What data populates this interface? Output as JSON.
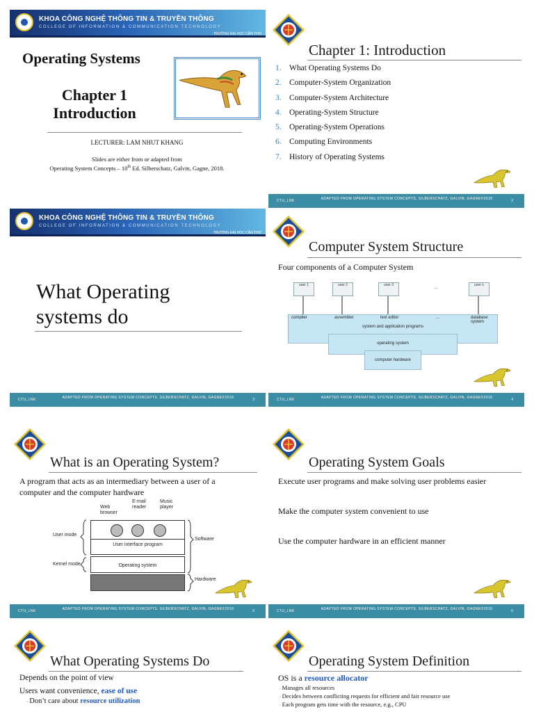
{
  "banner": {
    "line1": "KHOA CÔNG NGHỆ THÔNG TIN & TRUYỀN THÔNG",
    "line2": "COLLEGE OF INFORMATION & COMMUNICATION TECHNOLOGY",
    "line3": "TRƯỜNG ĐẠI HỌC CẦN THƠ"
  },
  "footer": {
    "left": "CTU_LNK",
    "center": "ADAPTED FROM OPERATING SYSTEM CONCEPTS. SILBERSCHATZ, GALVIN, GAGNE©2018"
  },
  "slide1": {
    "title": "Operating Systems",
    "chapter": "Chapter 1",
    "subtitle": "Introduction",
    "lecturer": "LECTURER: LAM NHUT KHANG",
    "note1": "Slides are either from or adapted from",
    "note2_a": "Operating System Concepts – 10",
    "note2_sup": "th",
    "note2_b": " Ed.  Silberschatz, Galvin, Gagne, 2018."
  },
  "slide2": {
    "title": "Chapter 1: Introduction",
    "page": "2",
    "items": [
      {
        "n": "1.",
        "t": "What Operating Systems Do"
      },
      {
        "n": "2.",
        "t": "Computer-System Organization"
      },
      {
        "n": "3.",
        "t": "Computer-System Architecture"
      },
      {
        "n": "4.",
        "t": "Operating-System Structure"
      },
      {
        "n": "5.",
        "t": "Operating-System Operations"
      },
      {
        "n": "6.",
        "t": "Computing Environments"
      },
      {
        "n": "7.",
        "t": "History of Operating Systems"
      }
    ]
  },
  "slide3": {
    "title_l1": "What Operating",
    "title_l2": "systems do",
    "page": "3"
  },
  "slide4": {
    "title": "Computer System Structure",
    "subtitle": "Four components of a Computer System",
    "page": "4",
    "users": [
      "user 1",
      "user 2",
      "user 3",
      "user n"
    ],
    "dots": "...",
    "apps": [
      "compiler",
      "assembler",
      "text editor",
      "...",
      "database system"
    ],
    "layer_apps": "system and application programs",
    "layer_os": "operating system",
    "layer_hw": "computer hardware"
  },
  "slide5": {
    "title": "What is an Operating System?",
    "line1": "A program that acts as an intermediary between a user of a",
    "line2": "computer and the computer hardware",
    "page": "5",
    "fig": {
      "web": "Web browser",
      "email": "E-mail reader",
      "music": "Music player",
      "user_mode": "User mode",
      "kernel_mode": "Kernel mode",
      "uip": "User interface program",
      "os": "Operating system",
      "software": "Software",
      "hardware": "Hardware"
    }
  },
  "slide6": {
    "title": "Operating System Goals",
    "page": "6",
    "goals": [
      "Execute user programs and make solving user problems easier",
      "Make the computer system convenient to use",
      "Use the computer hardware in an efficient manner"
    ]
  },
  "slide7": {
    "title": "What Operating Systems Do",
    "line1": "Depends on the point of view",
    "line2_a": "Users want convenience, ",
    "line2_b": "ease of use",
    "line3_a": "Don’t care about ",
    "line3_b": "resource utilization"
  },
  "slide8": {
    "title": "Operating System Definition",
    "line1_a": "OS is a ",
    "line1_b": "resource allocator",
    "bullets": [
      "Manages all resources",
      "Decides between conflicting requests for efficient and fair resource use",
      "Each program gets time with the resource, e.g., CPU"
    ]
  },
  "colors": {
    "footer": "#3a8da4",
    "accent": "#2f7fb8",
    "emphasis": "#1f57c3"
  }
}
